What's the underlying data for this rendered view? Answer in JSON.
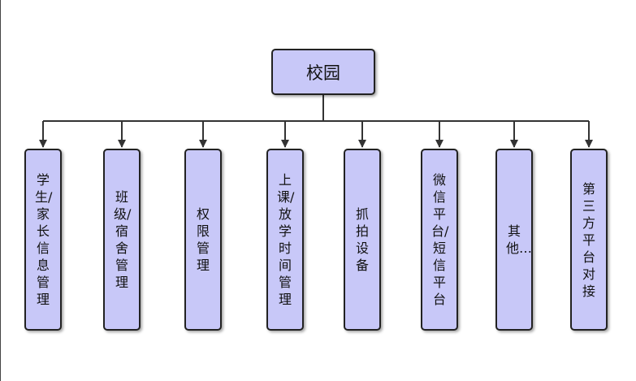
{
  "diagram": {
    "root": {
      "label": "校园"
    },
    "children": [
      {
        "id": "student-parent-info",
        "label": "学生/家长信息管理"
      },
      {
        "id": "class-dorm",
        "label": "班级/宿舍管理"
      },
      {
        "id": "permission",
        "label": "权限管理"
      },
      {
        "id": "class-schedule",
        "label": "上课/放学时间管理"
      },
      {
        "id": "capture-device",
        "label": "抓拍设备"
      },
      {
        "id": "wechat-sms",
        "label": "微信平台/短信平台"
      },
      {
        "id": "other",
        "label": "其他…"
      },
      {
        "id": "third-party",
        "label": "第三方平台对接"
      }
    ],
    "colors": {
      "node_fill": "#c8c8f8",
      "node_border": "#222222",
      "connector": "#333333"
    }
  }
}
